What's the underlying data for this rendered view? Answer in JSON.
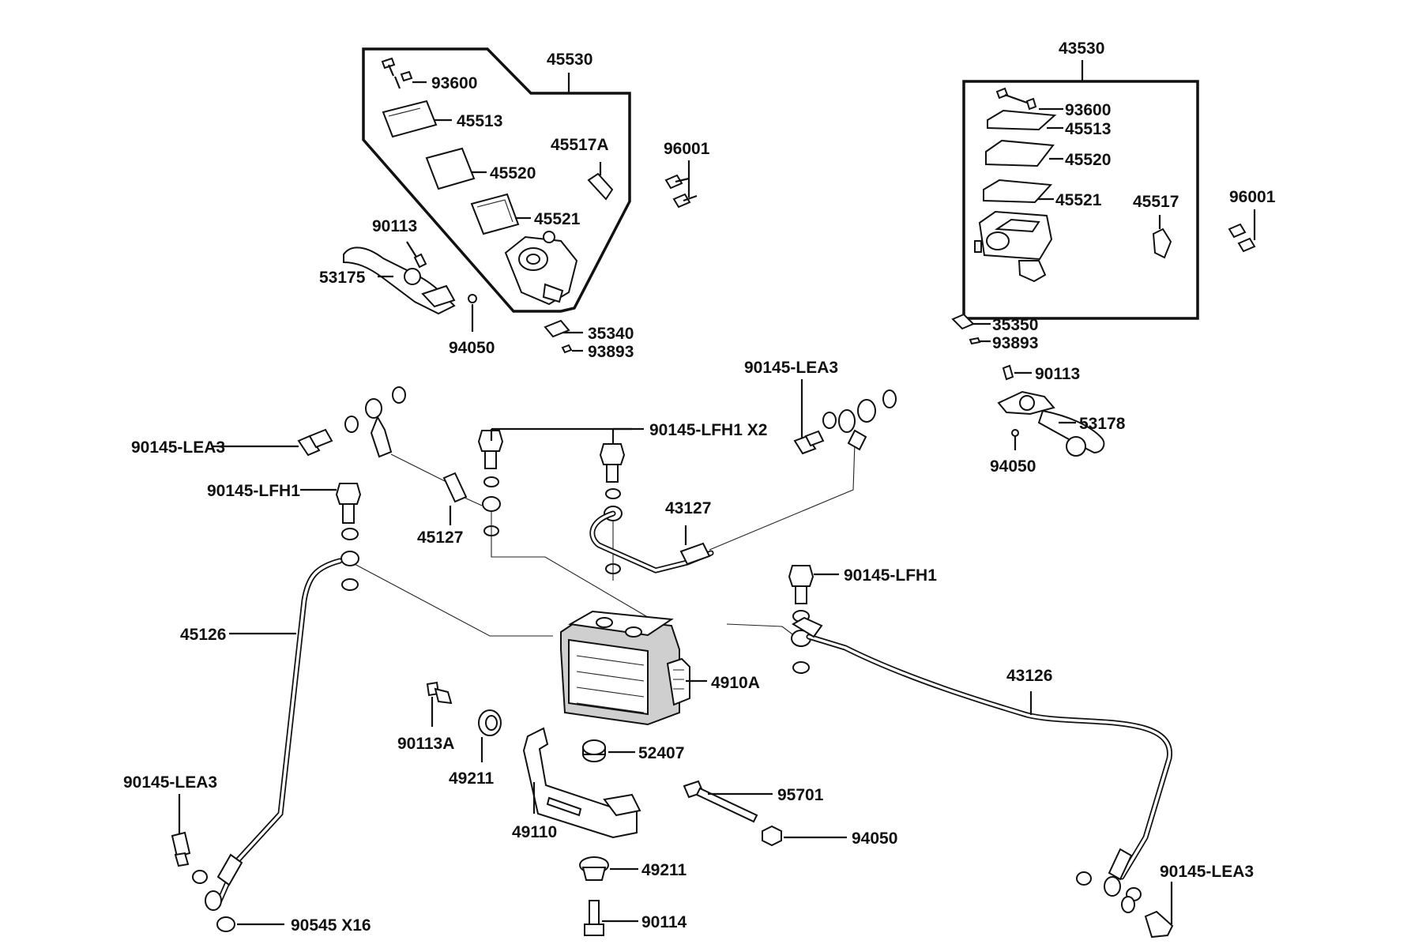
{
  "labels": {
    "l45530": "45530",
    "l93600a": "93600",
    "l45513a": "45513",
    "l45517A": "45517A",
    "l45520a": "45520",
    "l96001a": "96001",
    "l45521a": "45521",
    "l90113a": "90113",
    "l53175": "53175",
    "l94050a": "94050",
    "l35340": "35340",
    "l93893a": "93893",
    "l43530": "43530",
    "l93600b": "93600",
    "l45513b": "45513",
    "l45520b": "45520",
    "l45521b": "45521",
    "l45517": "45517",
    "l96001b": "96001",
    "l35350": "35350",
    "l93893b": "93893",
    "l90113b": "90113",
    "l53178": "53178",
    "l94050b": "94050",
    "lLEA3a": "90145-LEA3",
    "lLEA3b": "90145-LEA3",
    "lLFH1x2": "90145-LFH1 X2",
    "lLFH1a": "90145-LFH1",
    "l45127": "45127",
    "l43127": "43127",
    "lLFH1b": "90145-LFH1",
    "l45126": "45126",
    "l4910A": "4910A",
    "l43126": "43126",
    "l90113A": "90113A",
    "l49211a": "49211",
    "l52407": "52407",
    "l95701": "95701",
    "lLEA3c": "90145-LEA3",
    "l49110": "49110",
    "l94050c": "94050",
    "l49211b": "49211",
    "lLEA3d": "90145-LEA3",
    "l90545": "90545  X16",
    "l90114": "90114"
  }
}
